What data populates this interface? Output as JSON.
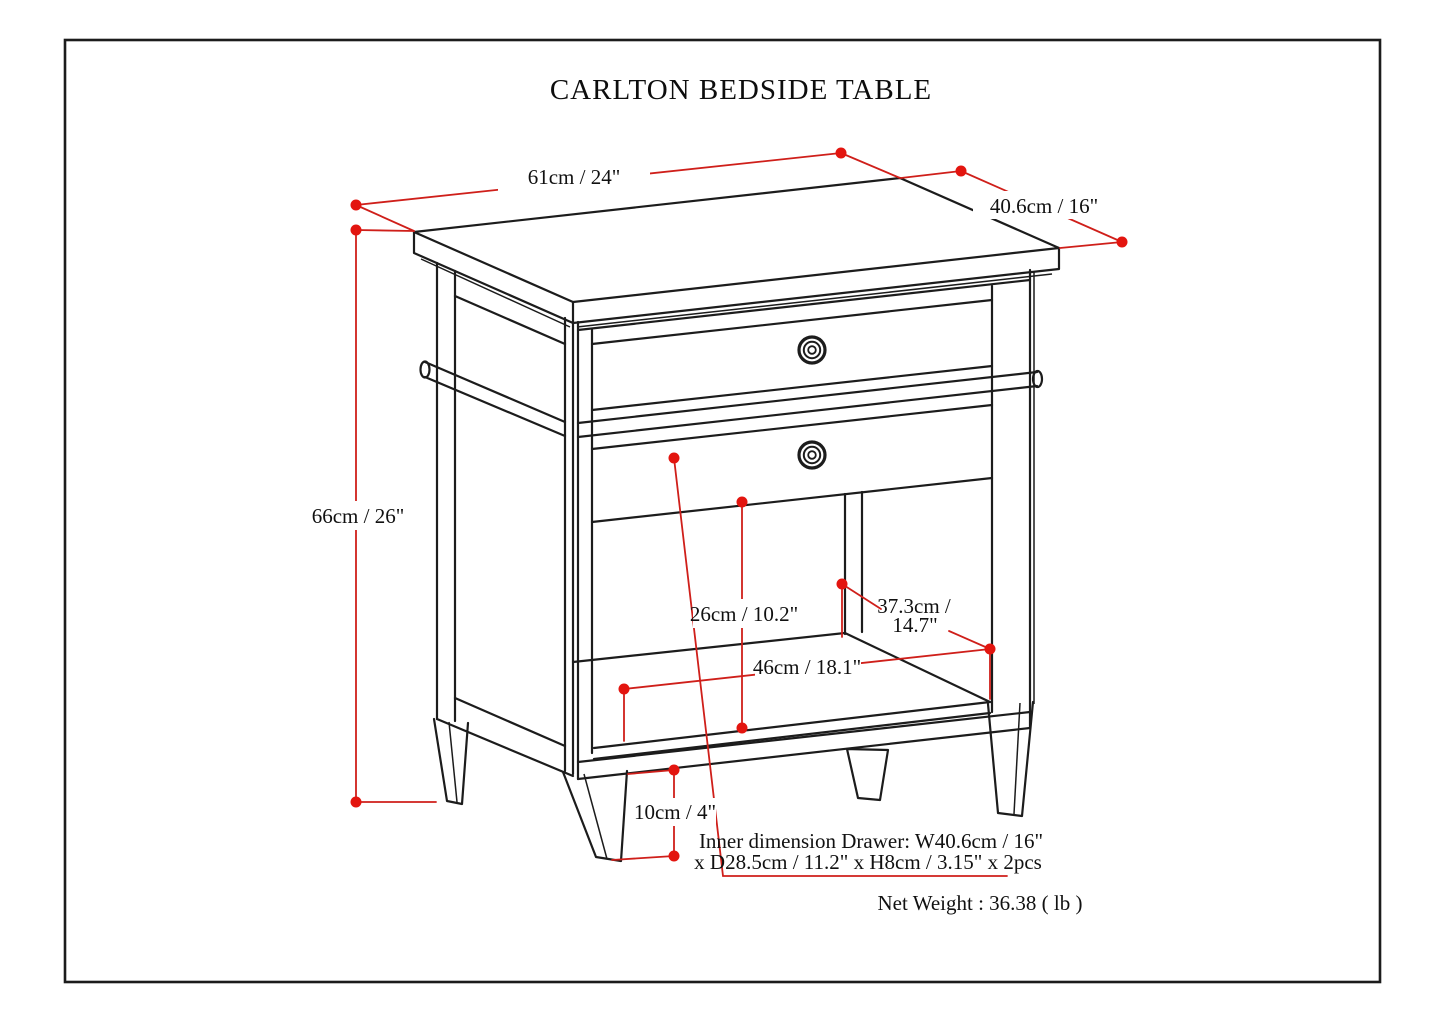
{
  "title": "CARLTON BEDSIDE TABLE",
  "annotations": {
    "width": "61cm / 24\"",
    "depth": "40.6cm / 16\"",
    "height": "66cm / 26\"",
    "clearance": "26cm / 10.2\"",
    "shelf_depth_line1": "37.3cm /",
    "shelf_depth_line2": "14.7\"",
    "shelf_width": "46cm / 18.1\"",
    "leg_height": "10cm / 4\"",
    "drawer_note_line1": "Inner dimension Drawer: W40.6cm / 16\"",
    "drawer_note_line2": "x D28.5cm / 11.2\" x H8cm / 3.15\" x 2pcs",
    "net_weight": "Net Weight : 36.38 ( lb )"
  },
  "colors": {
    "annotation_line": "#cf1f1a",
    "annotation_dot": "#e3150f",
    "drawing_line": "#1c1c1c"
  }
}
